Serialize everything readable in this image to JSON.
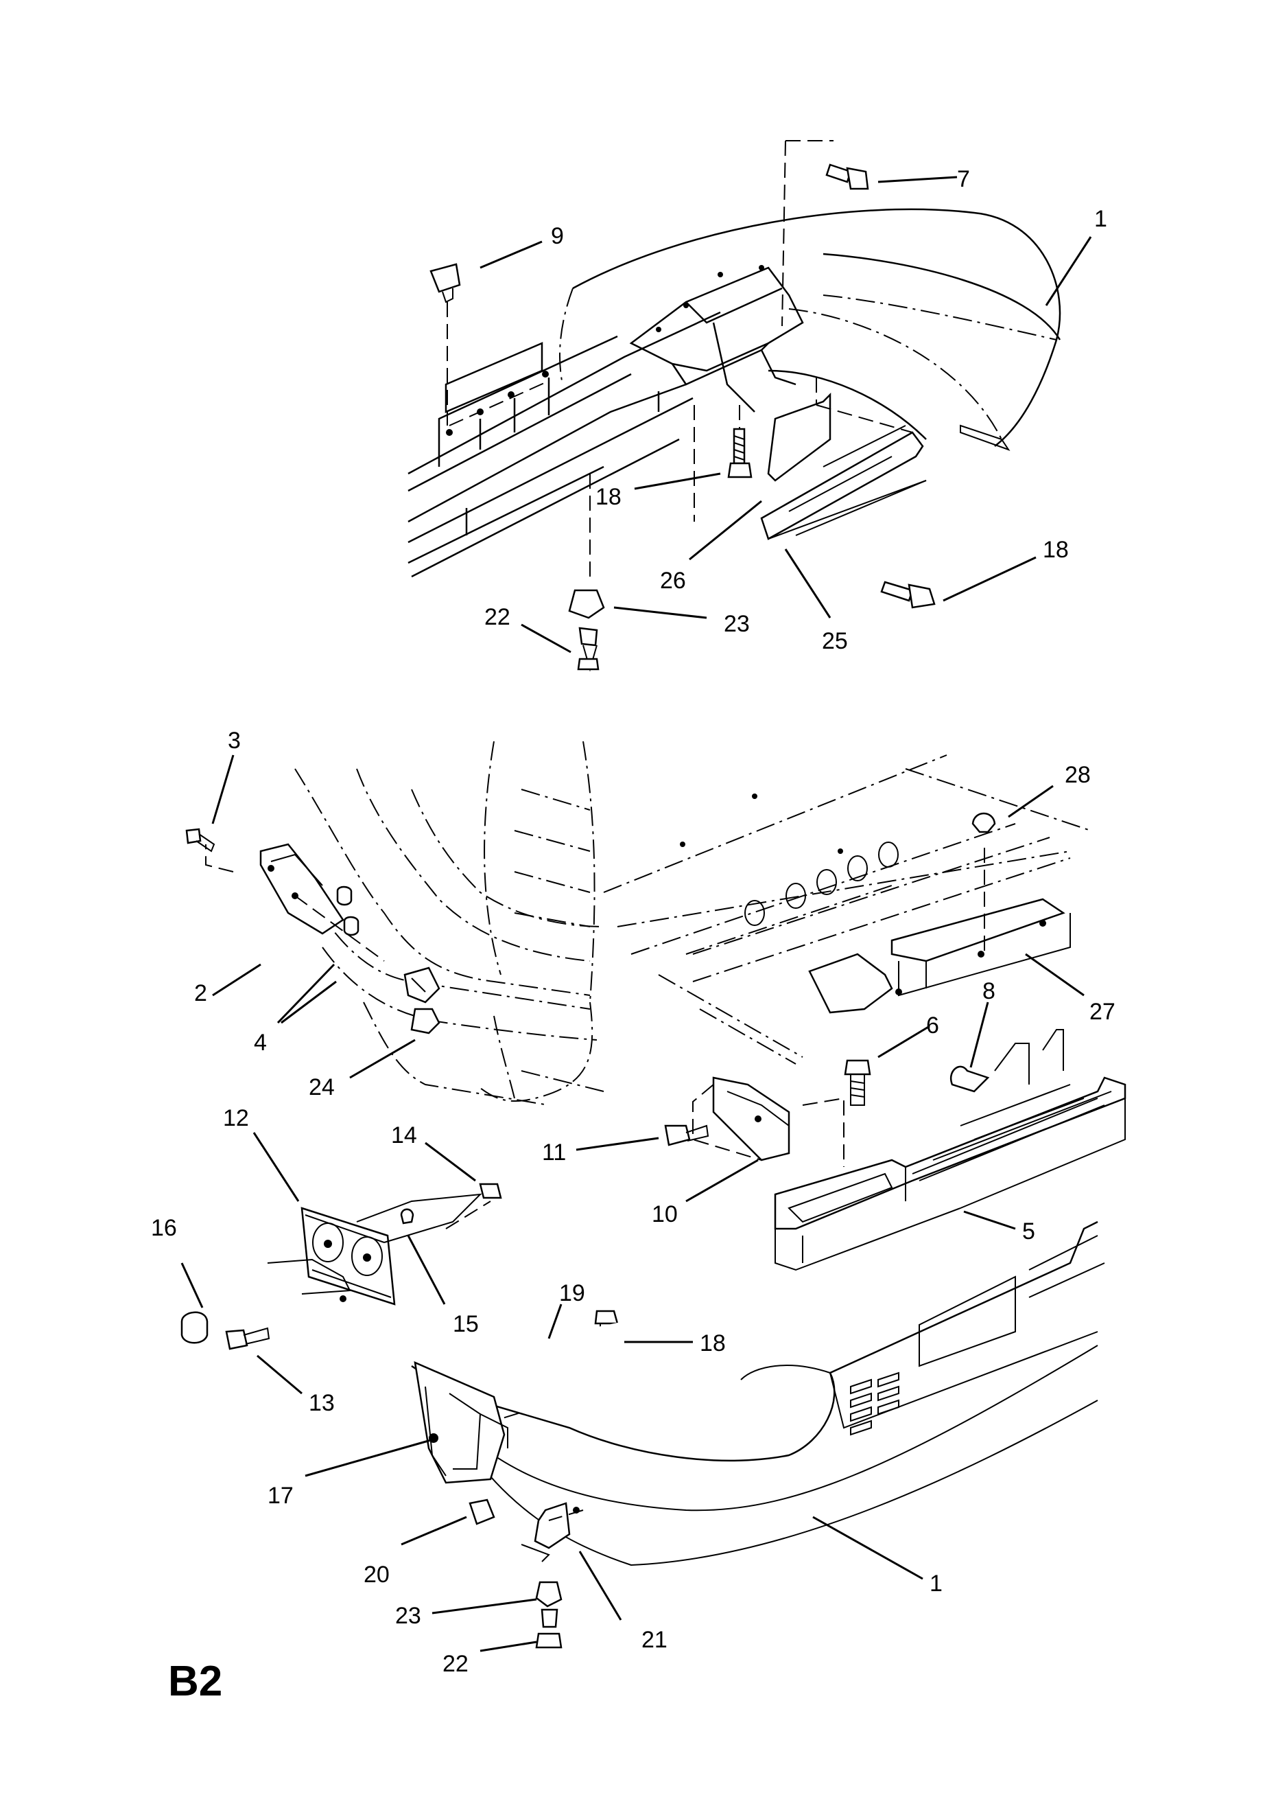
{
  "page": {
    "id": "B2"
  },
  "callouts": {
    "upper": {
      "c7": "7",
      "c1": "1",
      "c9": "9",
      "c18a": "18",
      "c26": "26",
      "c18b": "18",
      "c23": "23",
      "c22": "22",
      "c25": "25"
    },
    "lower": {
      "c3": "3",
      "c28": "28",
      "c2": "2",
      "c4": "4",
      "c27": "27",
      "c6": "6",
      "c8": "8",
      "c24": "24",
      "c12": "12",
      "c14": "14",
      "c11": "11",
      "c16": "16",
      "c10": "10",
      "c5": "5",
      "c15": "15",
      "c19": "19",
      "c18": "18",
      "c13": "13",
      "c17": "17",
      "c20": "20",
      "c1": "1",
      "c23": "23",
      "c21": "21",
      "c22": "22"
    }
  }
}
